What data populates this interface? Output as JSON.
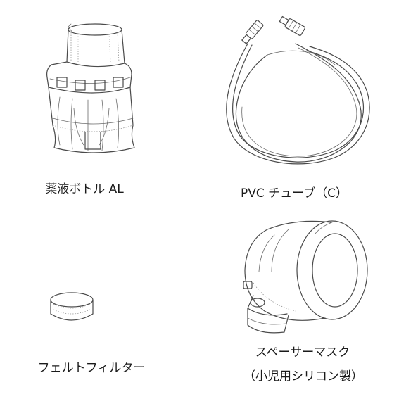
{
  "parts": [
    {
      "id": "medicine-bottle",
      "label": "薬液ボトル AL"
    },
    {
      "id": "pvc-tube",
      "label": "PVC チューブ（C）"
    },
    {
      "id": "felt-filter",
      "label": "フェルトフィルター"
    },
    {
      "id": "spacer-mask",
      "label": "スペーサーマスク",
      "sublabel": "（小児用シリコン製）"
    }
  ]
}
